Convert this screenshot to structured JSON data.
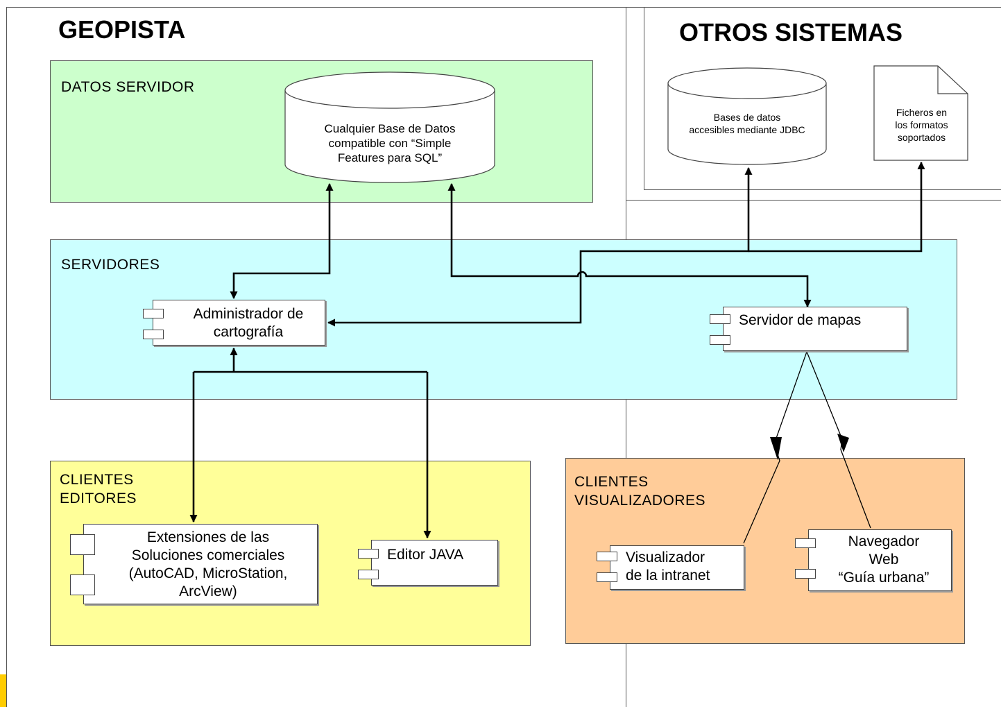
{
  "titles": {
    "geopista": "GEOPISTA",
    "otros": "OTROS SISTEMAS"
  },
  "zones": {
    "datos_servidor": {
      "label": "DATOS SERVIDOR",
      "color": "#ccffcc"
    },
    "servidores": {
      "label": "SERVIDORES",
      "color": "#ccffff"
    },
    "clientes_editores": {
      "label": "CLIENTES\nEDITORES",
      "color": "#ffff99"
    },
    "clientes_visualizadores": {
      "label": "CLIENTES\nVISUALIZADORES",
      "color": "#ffcc99"
    }
  },
  "databases": {
    "geodb": "Cualquier Base de Datos\ncompatible con “Simple\nFeatures para SQL”",
    "jdbc": "Bases de datos\naccesibles mediante JDBC"
  },
  "documents": {
    "ficheros": "Ficheros en\nlos formatos\nsoportados"
  },
  "components": {
    "administrador": "Administrador de\ncartografía",
    "servidor_mapas": "Servidor de mapas",
    "extensiones": "Extensiones de las\nSoluciones comerciales\n(AutoCAD, MicroStation,\nArcView)",
    "editor_java": "Editor JAVA",
    "visualizador": "Visualizador\nde la intranet",
    "navegador": "Navegador\nWeb\n“Guía urbana”"
  },
  "colors": {
    "accent": "#ffcc00",
    "line": "#000000"
  }
}
